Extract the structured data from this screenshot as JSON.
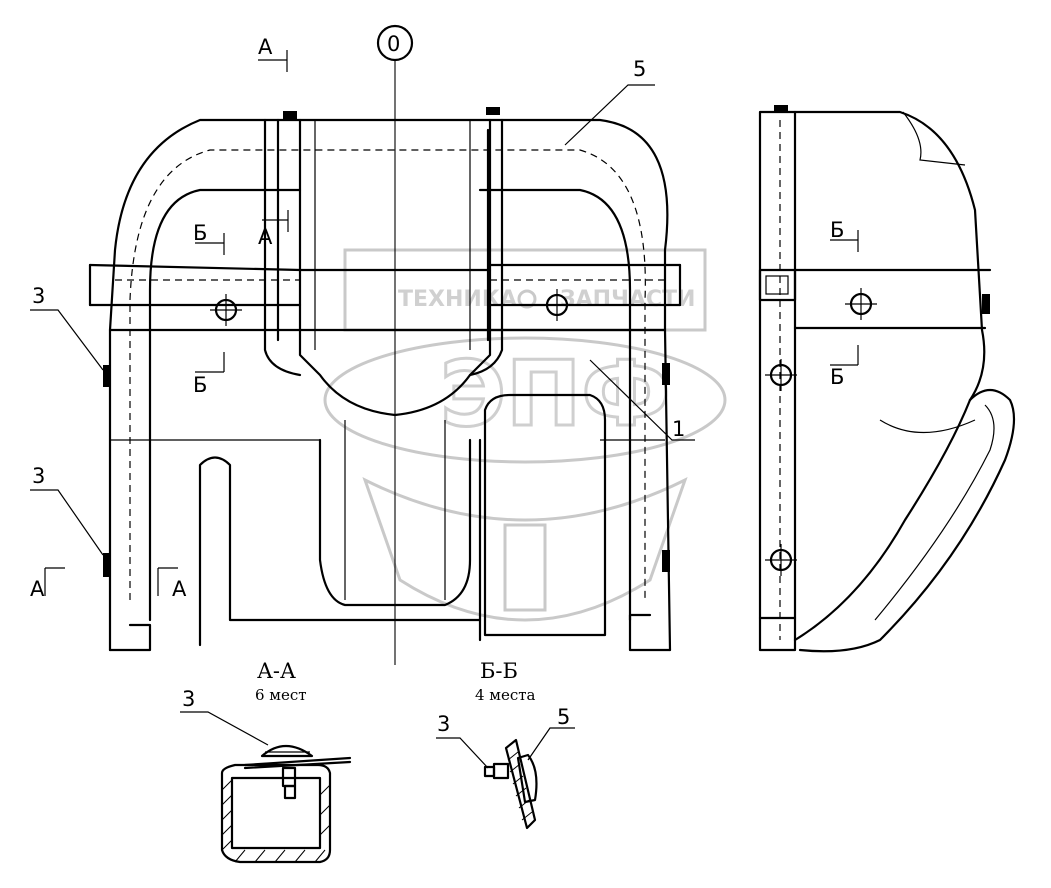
{
  "drawing": {
    "view_labels": {
      "section_a": "А",
      "section_b": "Б",
      "axis_zero": "0"
    },
    "callouts": {
      "part_1": "1",
      "part_3": "3",
      "part_5": "5"
    },
    "sections": {
      "aa_title": "А-А",
      "aa_count": "6 мест",
      "bb_title": "Б-Б",
      "bb_count": "4 места"
    },
    "watermark": {
      "left_word": "ТЕХНИКА",
      "right_word": "ЗАПЧАСТИ",
      "logo_letters": "ЭПФ"
    }
  }
}
